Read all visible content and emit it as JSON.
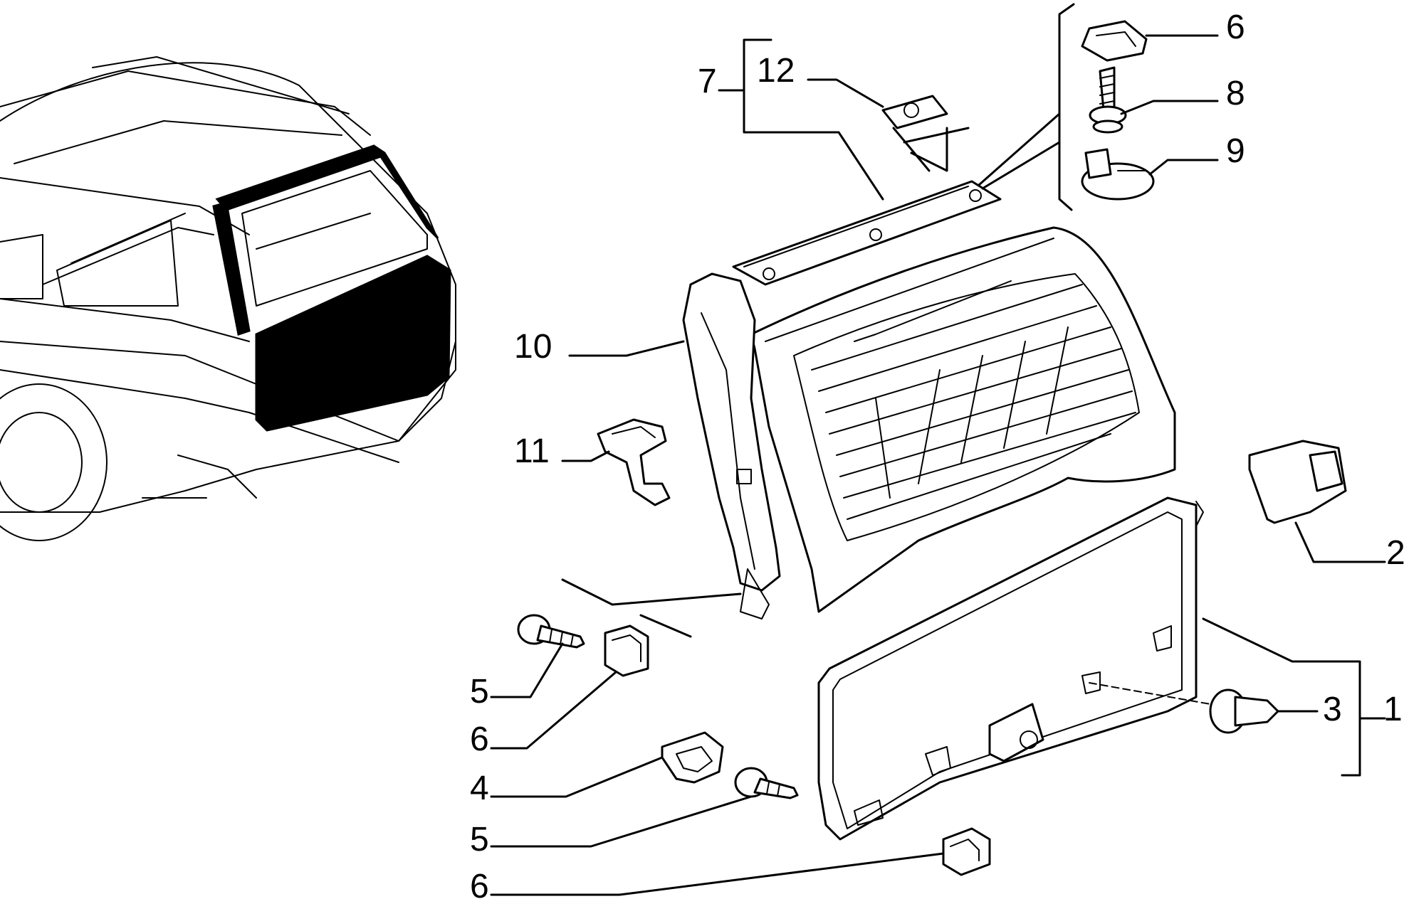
{
  "callouts": {
    "c1": "1",
    "c2": "2",
    "c3": "3",
    "c4": "4",
    "c5a": "5",
    "c5b": "5",
    "c6a": "6",
    "c6b": "6",
    "c6c": "6",
    "c7": "7",
    "c8": "8",
    "c9": "9",
    "c10": "10",
    "c11": "11",
    "c12": "12"
  }
}
